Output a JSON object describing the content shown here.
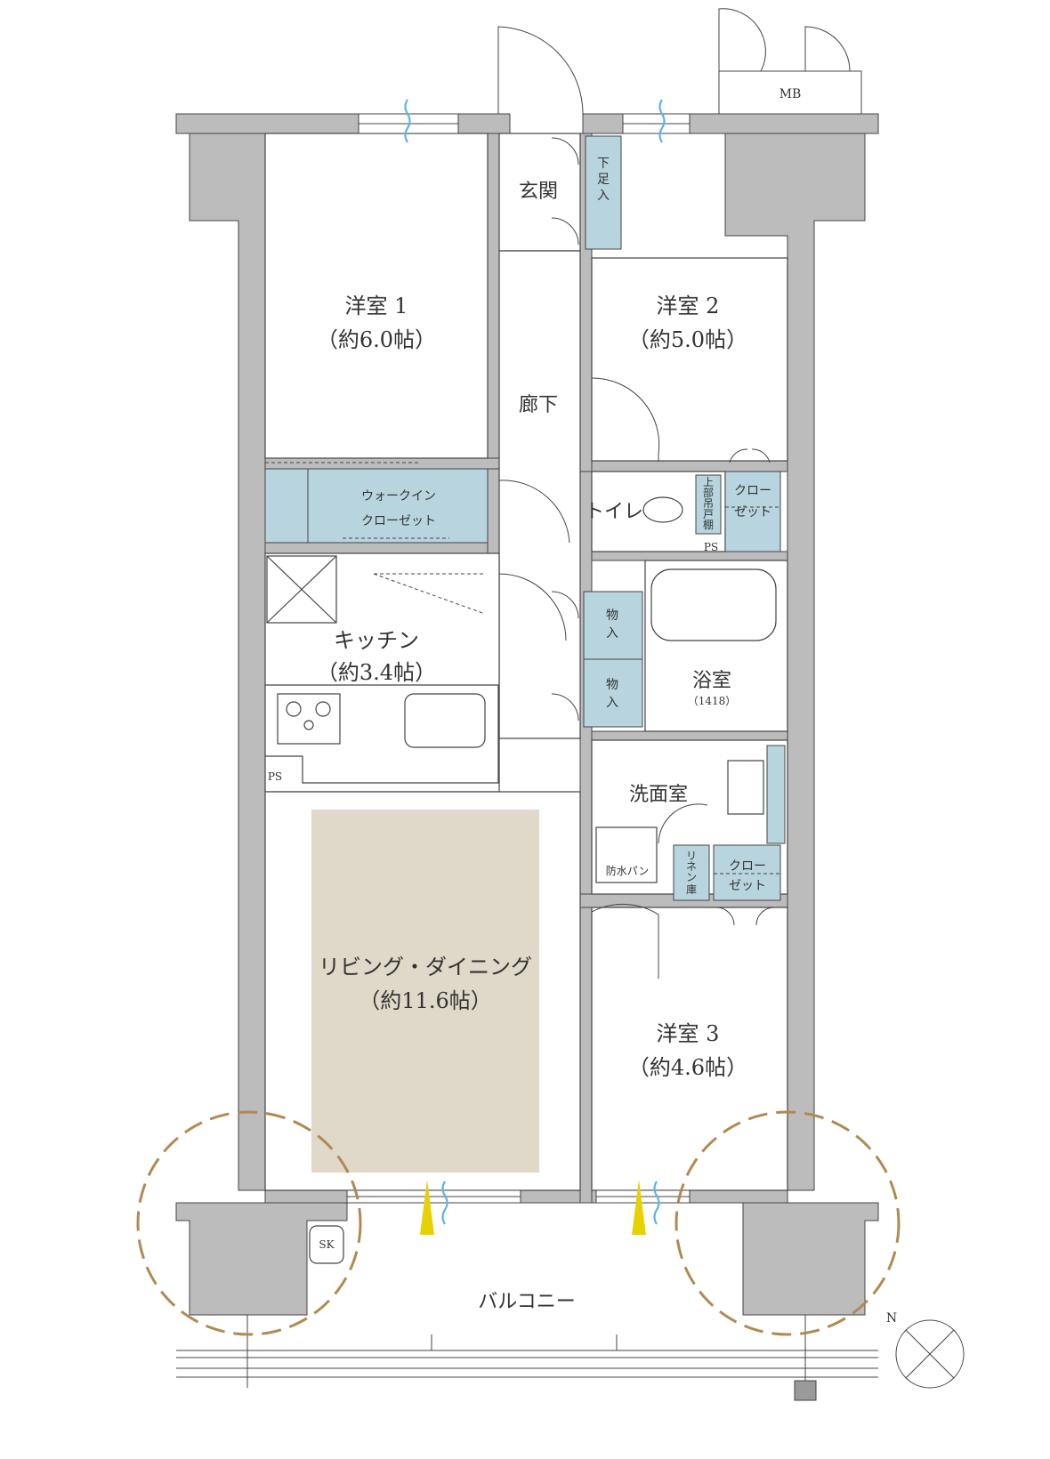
{
  "colors": {
    "wall": "#bcbcbc",
    "wall_dark": "#9a9a9a",
    "storage": "#b8d5df",
    "living": "#e0d8c9",
    "tree": "#b08a52",
    "window_mark": "#5fb3e3",
    "light_mark": "#e6d200",
    "line": "#444444"
  },
  "rooms": {
    "bedroom1": {
      "name": "洋室 1",
      "size": "（約6.0帖）"
    },
    "bedroom2": {
      "name": "洋室 2",
      "size": "（約5.0帖）"
    },
    "bedroom3": {
      "name": "洋室 3",
      "size": "（約4.6帖）"
    },
    "entrance": "玄関",
    "shoe_storage": [
      "下",
      "足",
      "入"
    ],
    "hallway": "廊下",
    "wic": {
      "line1": "ウォークイン",
      "line2": "クローゼット"
    },
    "toilet": "トイレ",
    "upper_shelf": [
      "上",
      "部",
      "吊",
      "戸",
      "棚"
    ],
    "closet_a": {
      "line1": "クロー",
      "line2": "ゼット"
    },
    "closet_b": {
      "line1": "クロー",
      "line2": "ゼット"
    },
    "ps_toilet": "PS",
    "ps_kitchen": "PS",
    "kitchen": {
      "name": "キッチン",
      "size": "（約3.4帖）"
    },
    "storage_1": [
      "物",
      "入"
    ],
    "storage_2": [
      "物",
      "入"
    ],
    "bath": {
      "name": "浴室",
      "size": "（1418）"
    },
    "washroom": "洗面室",
    "waterproof_pan": "防水パン",
    "linen": [
      "リ",
      "ネ",
      "ン",
      "庫"
    ],
    "ldk": {
      "name": "リビング・ダイニング",
      "size": "（約11.6帖）"
    },
    "balcony": "バルコニー",
    "mb": "MB",
    "sk": "SK"
  },
  "compass": {
    "label": "N"
  }
}
